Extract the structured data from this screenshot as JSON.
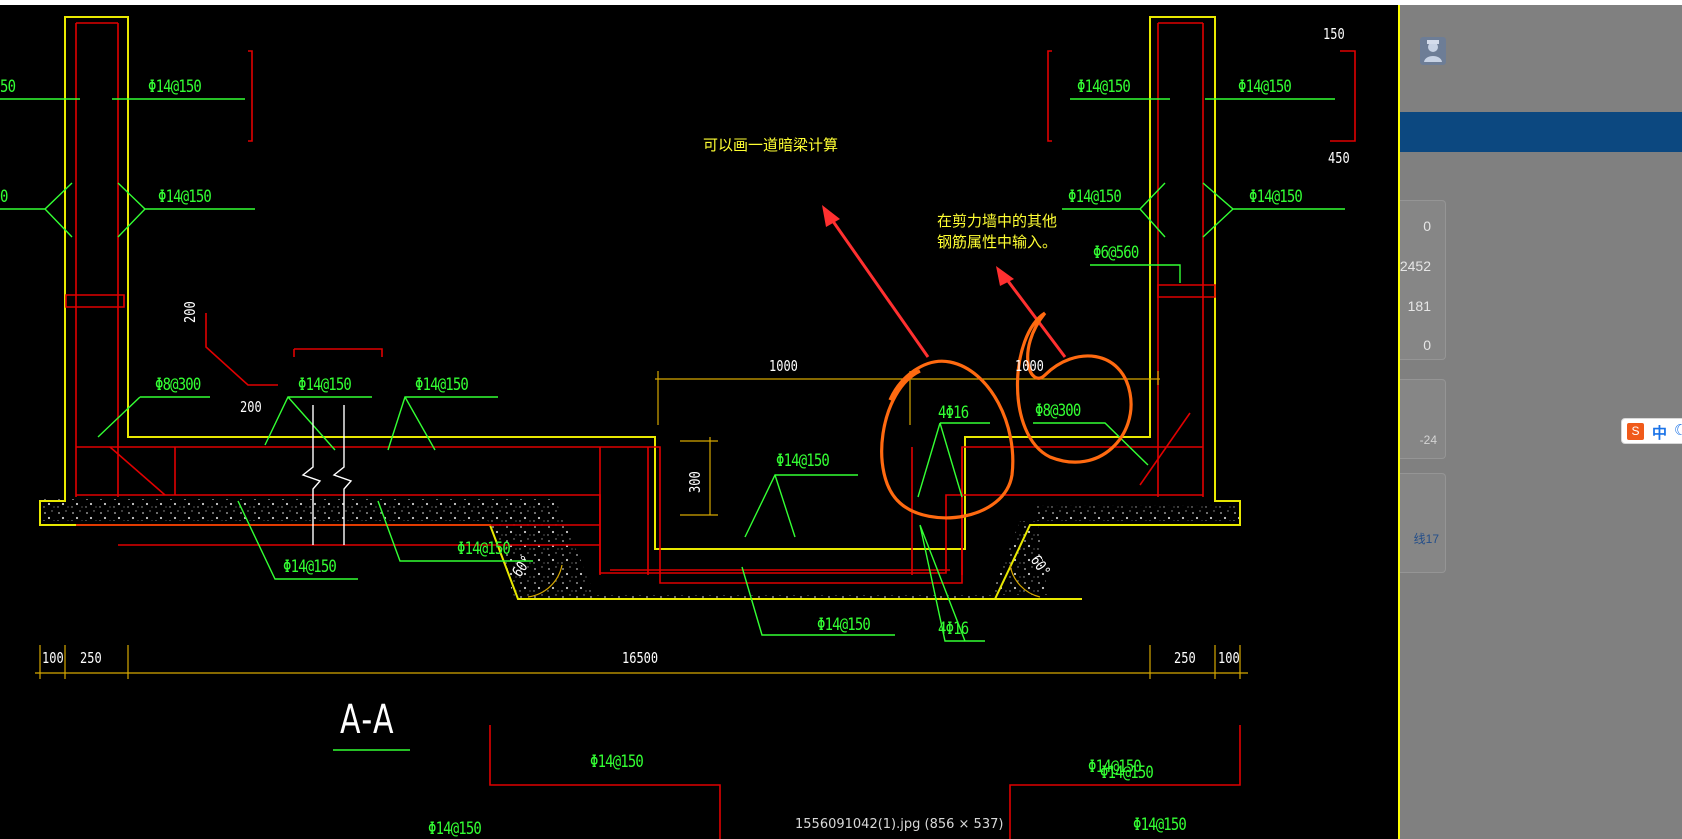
{
  "viewer": {
    "notes": {
      "hidden_beam": "可以画一道暗梁计算",
      "shear_wall_line1": "在剪力墙中的其他",
      "shear_wall_line2": "钢筋属性中输入。"
    },
    "drawing": {
      "section_title": "A-A",
      "rebar_labels": {
        "l01": "50",
        "l02": "Φ14@150",
        "l03": "Φ14@150",
        "l04": "Φ14@150",
        "l05": "Φ14@150",
        "l06": "0",
        "l07": "Φ14@150",
        "l08": "Φ14@150",
        "l09": "Φ14@150",
        "l10": "Φ6@560",
        "l11": "Φ8@300",
        "l12": "Φ14@150",
        "l13": "Φ14@150",
        "l14": "4Φ16",
        "l15": "Φ8@300",
        "l16": "Φ14@150",
        "l17": "Φ14@150",
        "l18": "Φ14@150",
        "l19": "Φ14@150",
        "l20": "4Φ16",
        "l21": "Φ14@150",
        "l22": "Φ14@150",
        "l23": "Φ14@150",
        "l24": "Φ14@150"
      },
      "dimensions": {
        "d150": "150",
        "d450": "450",
        "d200_v": "200",
        "d200_h": "200",
        "d1000_a": "1000",
        "d1000_b": "1000",
        "d300": "300",
        "d100_l": "100",
        "d250_l": "250",
        "d16500": "16500",
        "d250_r": "250",
        "d100_r": "100",
        "ang_l": "60°",
        "ang_r": "60°"
      }
    },
    "caption": "1556091042(1).jpg (856 × 537)"
  },
  "sidepanel": {
    "stats": [
      "0",
      "2452",
      "181",
      "0"
    ],
    "card_date_fragment": "-24",
    "card_link": "线17"
  },
  "ime": {
    "logo": "S",
    "lang": "中",
    "mode_icon": "moon-icon"
  },
  "colors": {
    "background": "#000000",
    "rebar_label": "#33ff33",
    "note": "#ffff33",
    "panel": "#808080",
    "panel_bar": "#0c4880",
    "annotation_circle": "#ff6a10",
    "arrow": "#ff3333"
  }
}
